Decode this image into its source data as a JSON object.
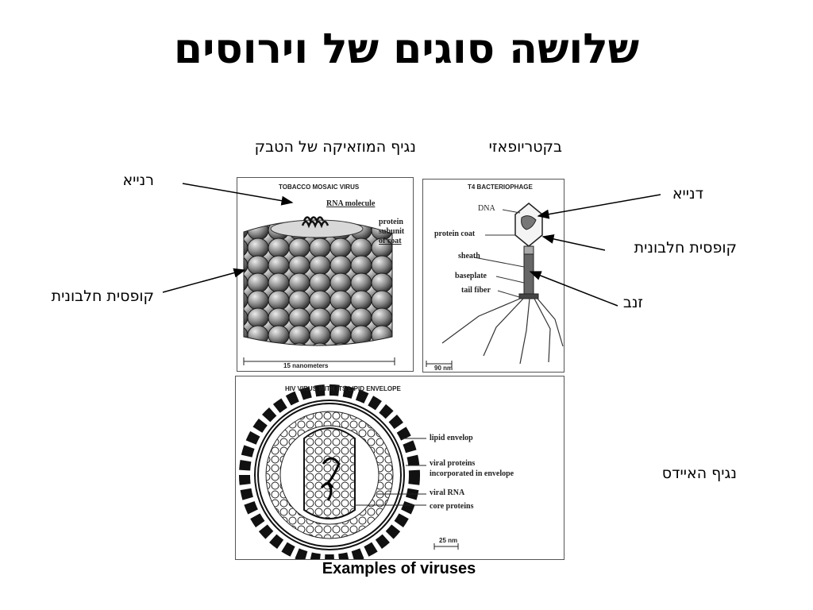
{
  "title": "שלושה סוגים של וירוסים",
  "labels": {
    "tmv_heading": "נגיף המוזאיקה של הטבק",
    "phage_heading": "בקטריופאזי",
    "rna": "רנייא",
    "protein_coat_left": "קופסית חלבונית",
    "dna": "דנייא",
    "protein_coat_right": "קופסית חלבונית",
    "tail": "זנב",
    "hiv": "נגיף האיידס"
  },
  "panels": {
    "tmv": {
      "title": "TOBACCO MOSAIC VIRUS",
      "rna_molecule": "RNA molecule",
      "protein": "protein",
      "subunit": "subunit",
      "of_coat": "of coat",
      "scale": "15 nanometers"
    },
    "phage": {
      "title": "T4 BACTERIOPHAGE",
      "dna": "DNA",
      "protein_coat": "protein coat",
      "sheath": "sheath",
      "baseplate": "baseplate",
      "tail_fiber": "tail fiber",
      "scale": "90 nm"
    },
    "hiv": {
      "title": "HIV VIRUS WITH ITS LIPID ENVELOPE",
      "lipid_envelop": "lipid envelop",
      "viral_proteins": "viral proteins",
      "incorporated": "incorporated in envelope",
      "viral_rna": "viral RNA",
      "core_proteins": "core proteins",
      "scale": "25 nm"
    }
  },
  "caption": "Examples of viruses"
}
